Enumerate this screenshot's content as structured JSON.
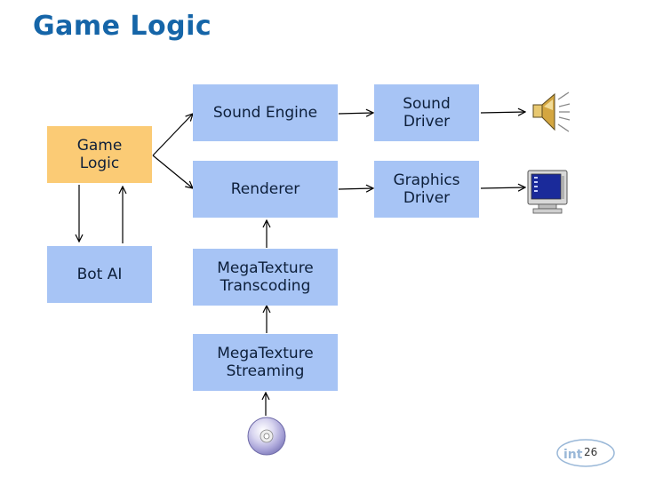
{
  "slide": {
    "title": "Game Logic",
    "page_number": "26"
  },
  "boxes": {
    "game_logic": "Game\nLogic",
    "bot_ai": "Bot AI",
    "sound_engine": "Sound Engine",
    "renderer": "Renderer",
    "megatexture_transcoding": "MegaTexture\nTranscoding",
    "megatexture_streaming": "MegaTexture\nStreaming",
    "sound_driver": "Sound\nDriver",
    "graphics_driver": "Graphics\nDriver"
  },
  "icons": {
    "speaker": "speaker-icon",
    "monitor": "monitor-icon",
    "disc": "cd-disc-icon",
    "logo": "intel-logo-icon"
  },
  "colors": {
    "title": "#1565a8",
    "box_blue": "#a7c4f5",
    "box_orange": "#fbcb75"
  }
}
